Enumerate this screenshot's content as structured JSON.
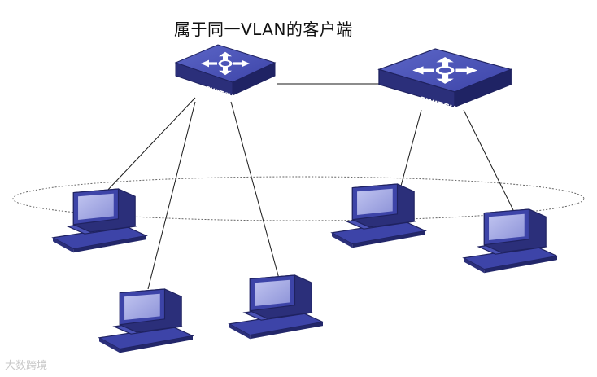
{
  "diagram": {
    "title": "属于同一VLAN的客户端",
    "switch_label": "SWITCH",
    "switches": [
      {
        "id": "switch-left",
        "label": "SWITCH"
      },
      {
        "id": "switch-right",
        "label": "SWITCH"
      }
    ],
    "clients": [
      {
        "id": "pc-1"
      },
      {
        "id": "pc-2"
      },
      {
        "id": "pc-3"
      },
      {
        "id": "pc-4"
      },
      {
        "id": "pc-5"
      }
    ],
    "icons": {
      "switch": "network-switch-icon",
      "client": "desktop-computer-icon"
    },
    "colors": {
      "device_dark": "#2b2f7a",
      "device_mid": "#3d44a8",
      "device_light": "#5c66c7",
      "screen": "#a9aee6",
      "line": "#1a1a1a",
      "vlan_ellipse": "#666666"
    },
    "watermark": "大数跨境"
  }
}
